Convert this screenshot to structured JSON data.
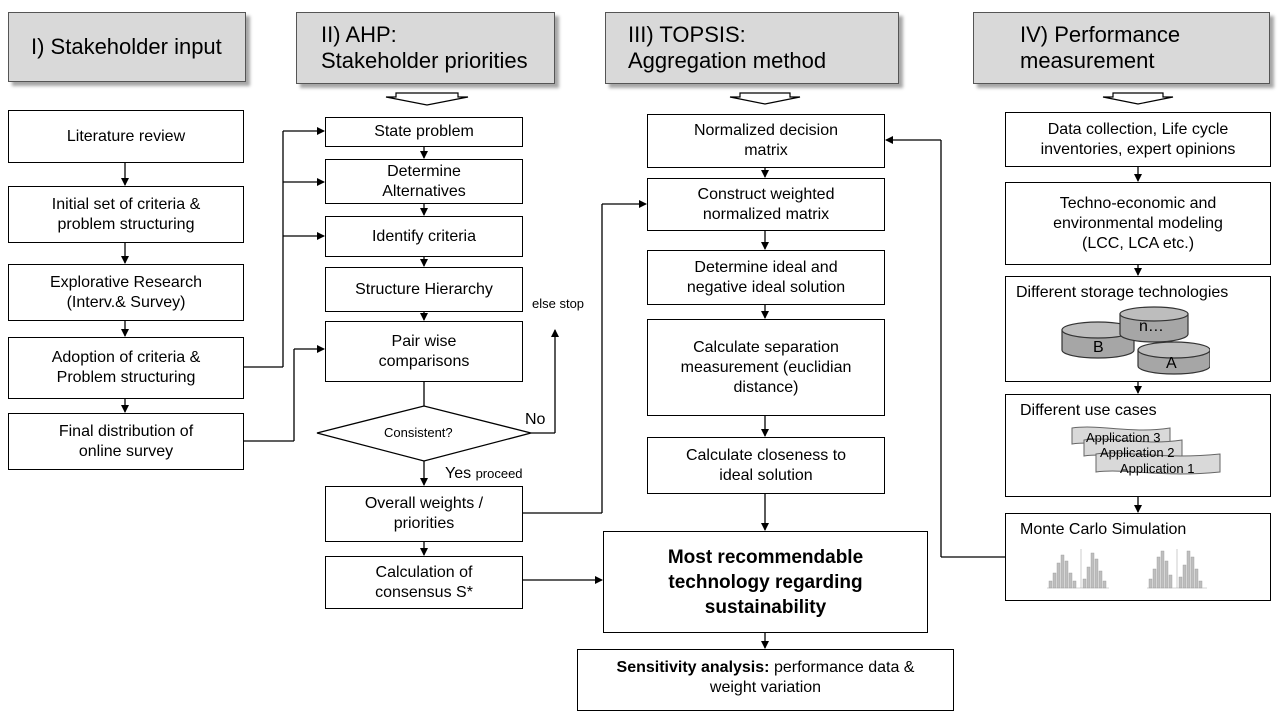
{
  "columns": {
    "c1": {
      "title_line1": "I) Stakeholder input",
      "title_line2": ""
    },
    "c2": {
      "title_line1": "II) AHP:",
      "title_line2": "Stakeholder priorities"
    },
    "c3": {
      "title_line1": "III) TOPSIS:",
      "title_line2": "Aggregation method"
    },
    "c4": {
      "title_line1": "IV) Performance",
      "title_line2": "measurement"
    }
  },
  "stakeholder": {
    "literature": "Literature review",
    "initial_1": "Initial set of criteria &",
    "initial_2": "problem structuring",
    "explorative_1": "Explorative Research",
    "explorative_2": "(Interv.& Survey)",
    "adoption_1": "Adoption of criteria &",
    "adoption_2": "Problem structuring",
    "final_1": "Final distribution of",
    "final_2": "online survey"
  },
  "ahp": {
    "state": "State problem",
    "alt_1": "Determine",
    "alt_2": "Alternatives",
    "criteria": "Identify criteria",
    "hierarchy": "Structure Hierarchy",
    "pair_1": "Pair wise",
    "pair_2": "comparisons",
    "consistent": "Consistent?",
    "no": "No",
    "else_stop": "else stop",
    "yes": "Yes",
    "proceed": "proceed",
    "weights_1": "Overall weights /",
    "weights_2": "priorities",
    "consensus_1": "Calculation of",
    "consensus_2": "consensus S*"
  },
  "topsis": {
    "norm_1": "Normalized decision",
    "norm_2": "matrix",
    "weighted_1": "Construct weighted",
    "weighted_2": "normalized matrix",
    "ideal_1": "Determine ideal and",
    "ideal_2": "negative ideal solution",
    "sep_1": "Calculate separation",
    "sep_2": "measurement (euclidian",
    "sep_3": "distance)",
    "close_1": "Calculate closeness to",
    "close_2": "ideal solution",
    "result_1": "Most recommendable",
    "result_2": "technology regarding",
    "result_3": "sustainability",
    "sens_bold": "Sensitivity analysis:",
    "sens_rest": "performance data &",
    "sens_2": "weight variation"
  },
  "performance": {
    "data_1": "Data collection, Life cycle",
    "data_2": "inventories, expert opinions",
    "techno_1": "Techno-economic and",
    "techno_2": "environmental modeling",
    "techno_3": "(LCC, LCA etc.)",
    "storage": "Different storage technologies",
    "cyl_b": "B",
    "cyl_n": "n…",
    "cyl_a": "A",
    "usecases": "Different use cases",
    "app3": "Application 3",
    "app2": "Application 2",
    "app1": "Application 1",
    "monte": "Monte Carlo Simulation"
  }
}
